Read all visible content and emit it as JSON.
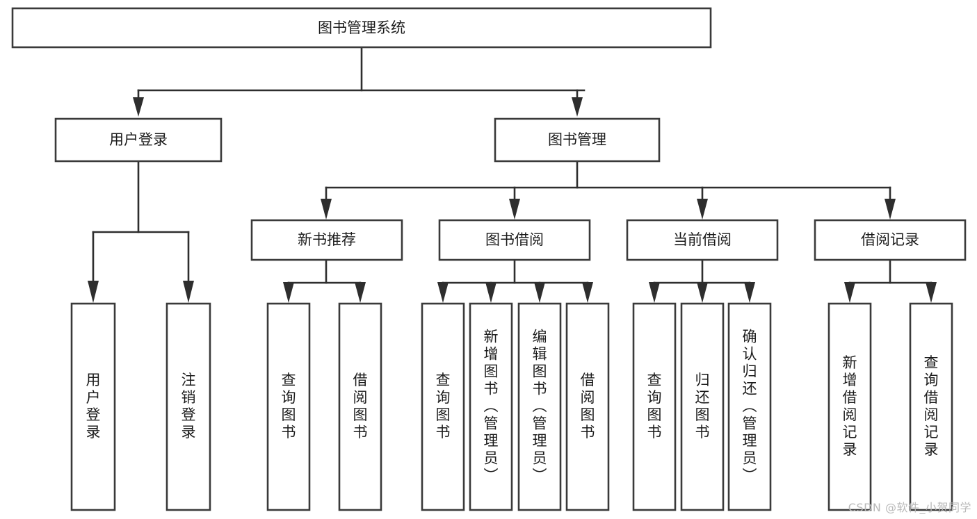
{
  "diagram": {
    "type": "tree-hierarchy",
    "title": "图书管理系统",
    "orientation": "top-down",
    "root": {
      "id": "root",
      "label": "图书管理系统"
    },
    "level1": [
      {
        "id": "user-login",
        "label": "用户登录"
      },
      {
        "id": "book-manage",
        "label": "图书管理"
      }
    ],
    "level2": [
      {
        "id": "new-book-recommend",
        "label": "新书推荐",
        "parent": "book-manage"
      },
      {
        "id": "book-borrow",
        "label": "图书借阅",
        "parent": "book-manage"
      },
      {
        "id": "current-borrow",
        "label": "当前借阅",
        "parent": "book-manage"
      },
      {
        "id": "borrow-record",
        "label": "借阅记录",
        "parent": "book-manage"
      }
    ],
    "leaves": {
      "user-login": [
        {
          "id": "leaf-user-login",
          "label": "用户登录"
        },
        {
          "id": "leaf-user-logout",
          "label": "注销登录"
        }
      ],
      "new-book-recommend": [
        {
          "id": "leaf-query-book-1",
          "label": "查询图书"
        },
        {
          "id": "leaf-borrow-book-1",
          "label": "借阅图书"
        }
      ],
      "book-borrow": [
        {
          "id": "leaf-query-book-2",
          "label": "查询图书"
        },
        {
          "id": "leaf-add-book",
          "label": "新增图书（管理员）"
        },
        {
          "id": "leaf-edit-book",
          "label": "编辑图书（管理员）"
        },
        {
          "id": "leaf-borrow-book-2",
          "label": "借阅图书"
        }
      ],
      "current-borrow": [
        {
          "id": "leaf-query-book-3",
          "label": "查询图书"
        },
        {
          "id": "leaf-return-book",
          "label": "归还图书"
        },
        {
          "id": "leaf-confirm-return",
          "label": "确认归还（管理员）"
        }
      ],
      "borrow-record": [
        {
          "id": "leaf-add-record",
          "label": "新增借阅记录"
        },
        {
          "id": "leaf-query-record",
          "label": "查询借阅记录"
        }
      ]
    }
  },
  "watermark": {
    "text": "CSDN @软件_小贺同学"
  },
  "colors": {
    "box_stroke": "#3a3a3a",
    "box_fill": "#ffffff",
    "connector": "#2e2e2e",
    "text": "#1b1b1b",
    "watermark": "#b9b9b9",
    "background": "#ffffff"
  }
}
